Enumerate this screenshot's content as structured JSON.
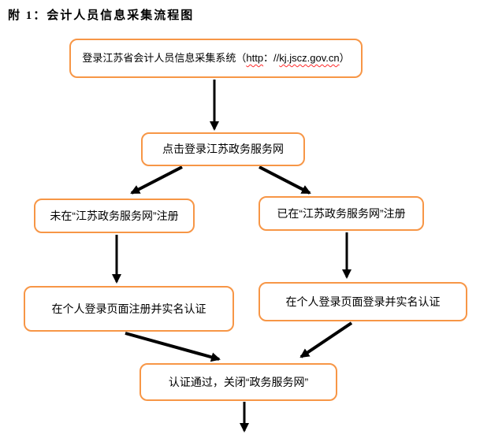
{
  "page": {
    "title": "附 1：会计人员信息采集流程图"
  },
  "colors": {
    "node_border": "#F79646",
    "arrow": "#000000",
    "spellcheck": "#FF2A2A",
    "background": "#FFFFFF",
    "text": "#000000"
  },
  "flowchart": {
    "nodes": {
      "login_system": {
        "prefix": "登录江苏省会计人员信息采集系统（",
        "url_scheme": "http",
        "url_sep": "：//",
        "url_host": "kj.jscz.gov.cn",
        "suffix": "）"
      },
      "click_login": {
        "label": "点击登录江苏政务服务网"
      },
      "not_registered": {
        "label": "未在“江苏政务服务网”注册"
      },
      "registered": {
        "label": "已在“江苏政务服务网”注册"
      },
      "register_realname": {
        "label": "在个人登录页面注册并实名认证"
      },
      "login_realname": {
        "label": "在个人登录页面登录并实名认证"
      },
      "auth_passed": {
        "label": "认证通过，关闭“政务服务网”"
      }
    }
  }
}
